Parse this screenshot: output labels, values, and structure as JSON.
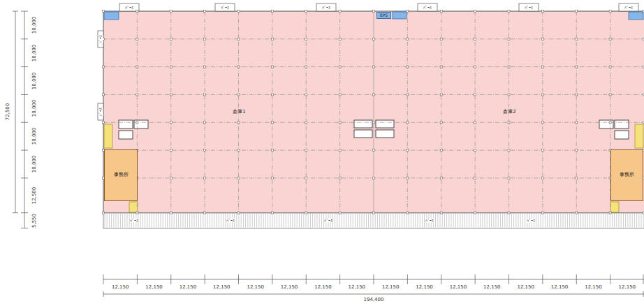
{
  "diagram": {
    "nodes": [
      {
        "text": [
          "倉庫1"
        ]
      },
      {
        "text": [
          "事務所"
        ],
        "in": 0
      },
      {
        "text": [
          "倉庫2"
        ]
      },
      {
        "text": [
          "EPS"
        ],
        "in": 2
      },
      {
        "text": [
          "事務所"
        ],
        "in": 2
      }
    ],
    "labels": [
      "72,500",
      "10,000",
      "10,000",
      "10,000",
      "10,000",
      "10,000",
      "10,000",
      "12,500",
      "5,550",
      "12,150",
      "12,150",
      "12,150",
      "12,150",
      "12,150",
      "12,150",
      "12,150",
      "12,150",
      "12,150",
      "12,150",
      "12,150",
      "12,150",
      "12,150",
      "12,150",
      "12,150",
      "12,150",
      "194,400",
      "ﾊﾞｰｽ",
      "ﾊﾞｰｽ",
      "ﾊﾞｰｽ",
      "ﾊﾞｰｽ",
      "ﾊﾞｰｽ",
      "ﾊﾞｰｽ",
      "ﾊﾞｰｽ",
      "ﾊﾞｰｽ",
      "ﾊﾞｰｽ",
      "ﾊﾞｰｽ",
      "ﾊﾞｰｽ",
      "ﾊﾞｰｽ",
      "ﾊﾞｰｽ"
    ]
  }
}
